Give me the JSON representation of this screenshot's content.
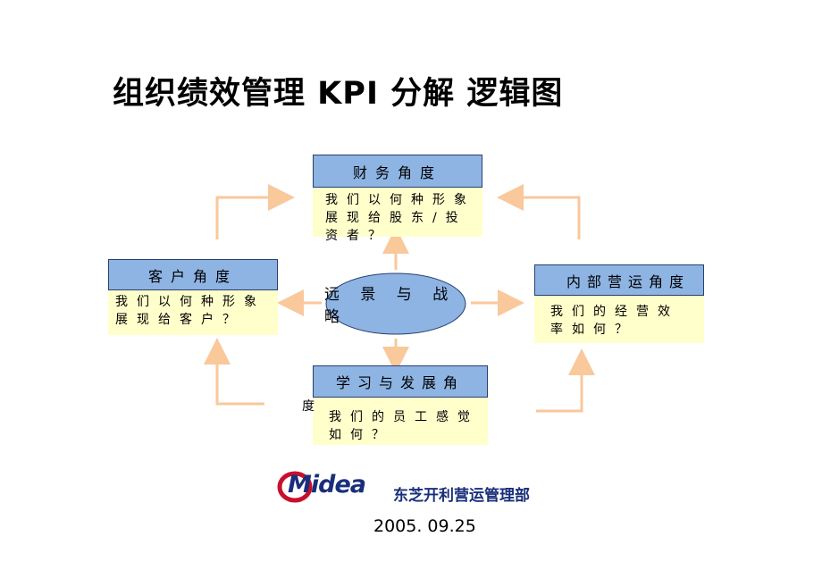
{
  "title": "组织绩效管理 KPI 分解 逻辑图",
  "center": {
    "label": "远 景 与 战 略"
  },
  "finance": {
    "header": "财务角度",
    "body": "我们以何种形象展现给股东/投资者？"
  },
  "customer": {
    "header": "客户角度",
    "body": "我们以何种形象展现给客户？"
  },
  "internal": {
    "header": "内部营运角度",
    "body": "我们的经营效率如何？"
  },
  "learning": {
    "header": "学习与发展角",
    "overflow": "度",
    "body": "我们的员工感觉如何？"
  },
  "logo_text": "Midea",
  "department": "东芝开利营运管理部",
  "date": "2005. 09.25",
  "colors": {
    "header_fill": "#8db4e3",
    "body_fill": "#ffffcc",
    "ellipse_fill": "#8db4e3",
    "arrow": "#f9c89b",
    "dept_text": "#1a2f7a",
    "logo_red": "#c8102e"
  }
}
